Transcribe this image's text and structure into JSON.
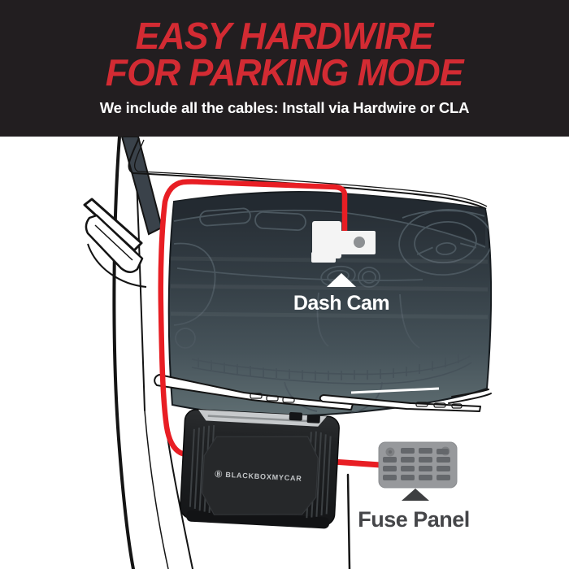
{
  "header": {
    "title_line1": "EASY HARDWIRE",
    "title_line2": "FOR PARKING MODE",
    "subtitle": "We include all the cables: Install via Hardwire or CLA",
    "bg_color": "#221e20",
    "title_color": "#d32b33",
    "subtitle_color": "#ffffff"
  },
  "diagram": {
    "dash_cam_label": "Dash Cam",
    "fuse_panel_label": "Fuse Panel",
    "battery_label": "Ⓑ BLACKBOXMYCAR",
    "pointer_glyph": "▲",
    "cable_color": "#e81e24",
    "fuse_panel_color": "#97999c",
    "label_gray": "#454649",
    "windshield_top_color": "#262d34",
    "windshield_bottom_color": "#5f6e72"
  }
}
